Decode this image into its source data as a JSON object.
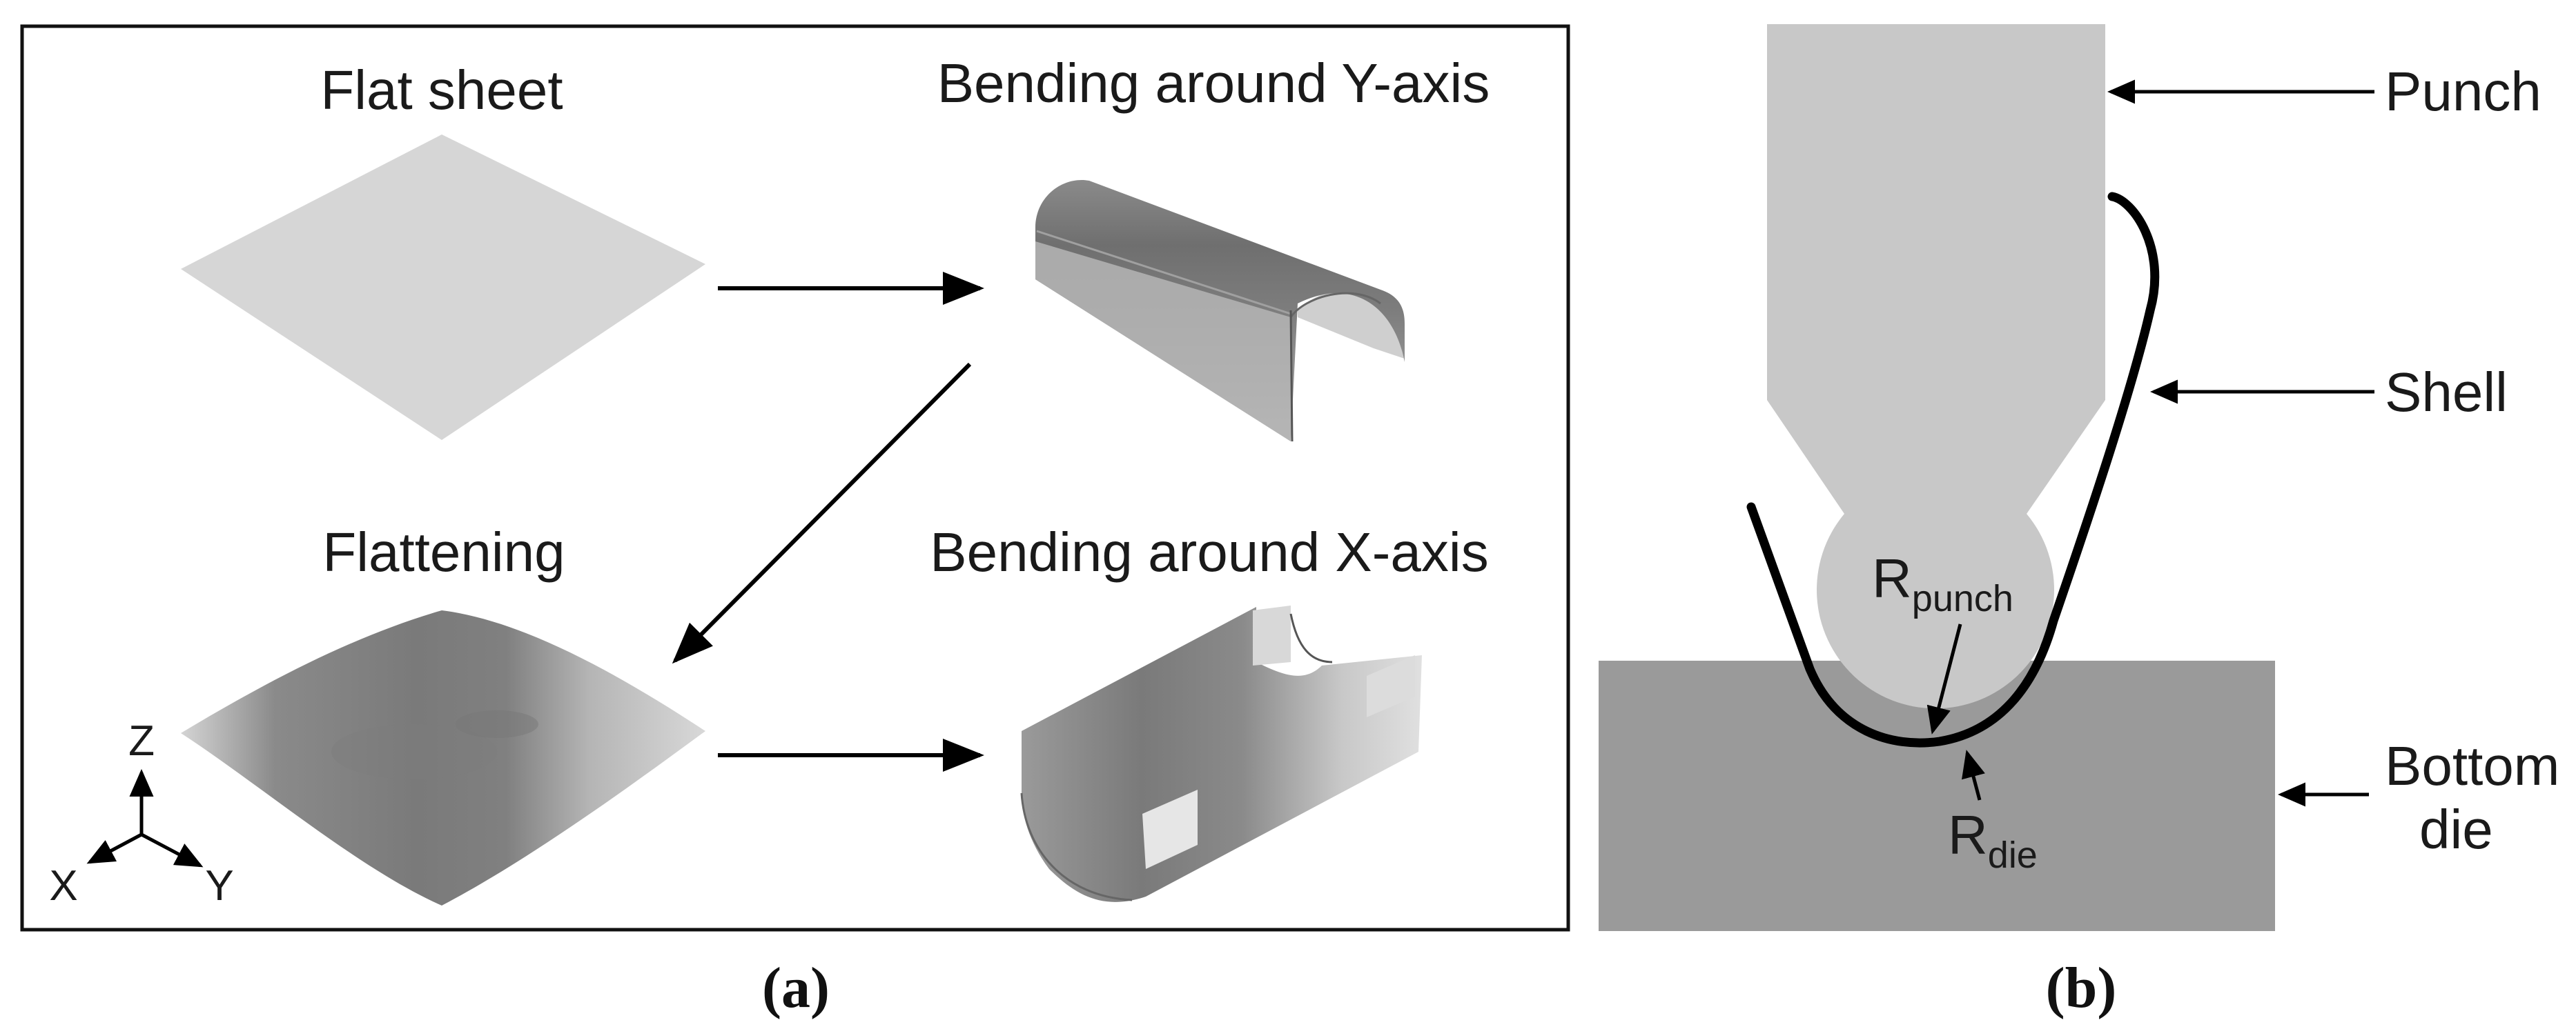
{
  "panel_a": {
    "caption": "(a)",
    "steps": {
      "flat_sheet": "Flat sheet",
      "bending_y": "Bending around Y-axis",
      "flattening": "Flattening",
      "bending_x": "Bending around X-axis"
    },
    "axes": {
      "z": "Z",
      "x": "X",
      "y": "Y"
    }
  },
  "panel_b": {
    "caption": "(b)",
    "labels": {
      "punch": "Punch",
      "shell": "Shell",
      "bottom_die_line1": "Bottom",
      "bottom_die_line2": "die"
    },
    "r_punch": {
      "main": "R",
      "sub": "punch"
    },
    "r_die": {
      "main": "R",
      "sub": "die"
    }
  },
  "colors": {
    "punch": "#c8c8c8",
    "die": "#9a9a9a",
    "shell": "#000000",
    "flat_sheet": "#d6d6d6",
    "formed_dark": "#7a7a7a"
  }
}
